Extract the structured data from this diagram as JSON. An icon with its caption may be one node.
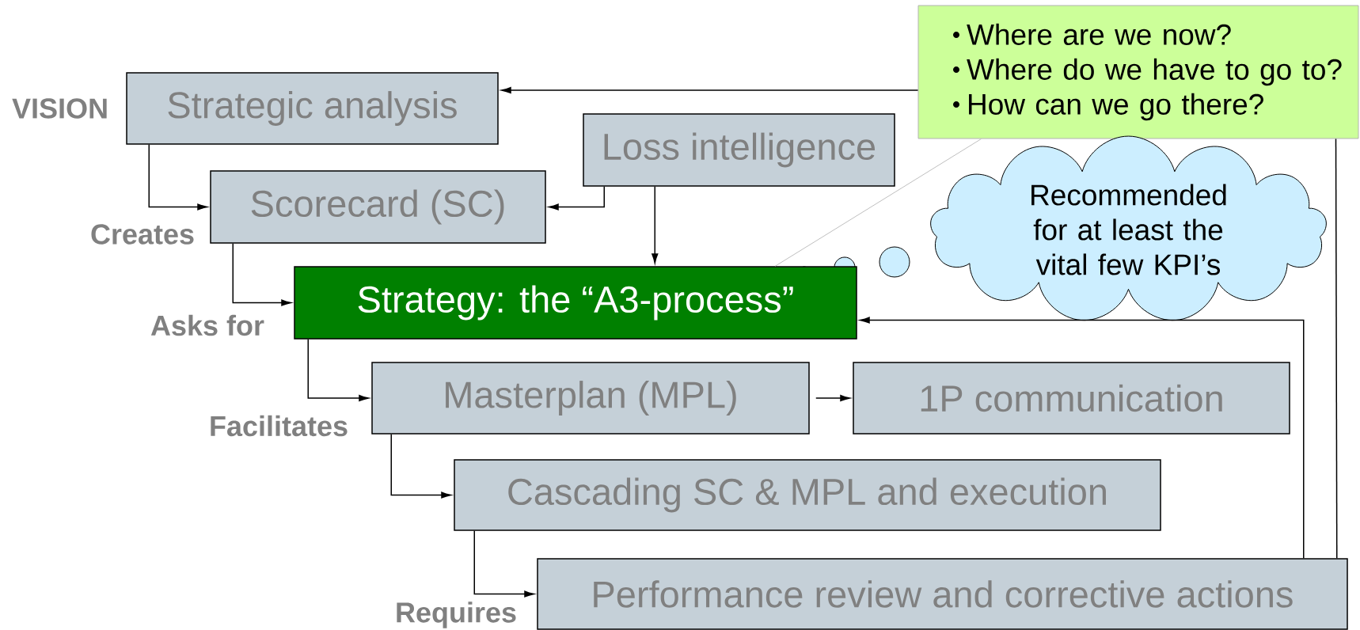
{
  "diagram": {
    "nodes": [
      {
        "text": [
          "Where are we now?",
          "Where do we have to go to?",
          "How can we go there?"
        ]
      },
      {
        "text": [
          "Strategic analysis"
        ],
        "beside": [
          "VISION"
        ]
      },
      {
        "text": [
          "Loss intelligence"
        ]
      },
      {
        "text": [
          "Scorecard (SC)"
        ]
      },
      {
        "text": [
          "Recommended for at least the vital few KPI’s"
        ]
      },
      {
        "text": [
          "Strategy: the “A3-process”"
        ]
      },
      {
        "text": [
          "Masterplan (MPL)"
        ]
      },
      {
        "text": [
          "1P communication"
        ]
      },
      {
        "text": [
          "Cascading SC & MPL and execution"
        ]
      },
      {
        "text": [
          "Performance review and corrective actions"
        ]
      }
    ],
    "edges": [
      {
        "from": 1,
        "to": 3,
        "arrow": "to"
      },
      {
        "from": 2,
        "to": 3,
        "arrow": "to"
      },
      {
        "from": 2,
        "to": 5,
        "arrow": "to"
      },
      {
        "from": 3,
        "to": 5,
        "arrow": "to"
      },
      {
        "from": 5,
        "to": 6,
        "arrow": "to"
      },
      {
        "from": 6,
        "to": 7,
        "arrow": "to"
      },
      {
        "from": 6,
        "to": 8,
        "arrow": "to"
      },
      {
        "from": 8,
        "to": 9,
        "arrow": "to"
      },
      {
        "from": 9,
        "to": 5,
        "arrow": "to"
      },
      {
        "from": 9,
        "to": 0,
        "arrow": "none"
      },
      {
        "from": 0,
        "to": 1,
        "arrow": "to"
      },
      {
        "from": 0,
        "to": 5,
        "arrow": "none",
        "color": "#bfbfbf"
      }
    ],
    "labels": [
      "Creates",
      "Asks for",
      "Facilitates",
      "Requires"
    ]
  }
}
